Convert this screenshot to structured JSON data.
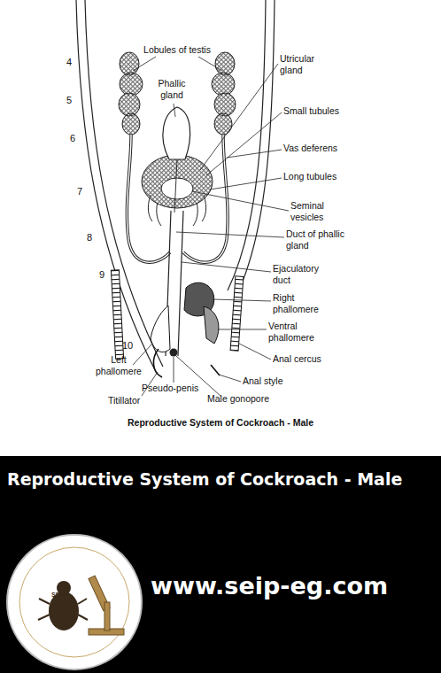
{
  "diagram": {
    "title": "Reproductive System of Cockroach - Male",
    "caption": "Reproductive System of Cockroach - Male",
    "labels": [
      "4",
      "5",
      "6",
      "7",
      "8",
      "9",
      "10",
      "Lobules of testis",
      "Utricular gland",
      "Phallic gland",
      "Small tubules",
      "Vas deferens",
      "Long tubules",
      "Seminal vesicles",
      "Duct of phallic gland",
      "Ejaculatory duct",
      "Right phallomere",
      "Ventral phallomere",
      "Anal cercus",
      "Left phallomere",
      "Anal style",
      "Pseudo-penis",
      "Titillator",
      "Male gonopore",
      "SEIP",
      "www.seip-eg.com"
    ]
  }
}
